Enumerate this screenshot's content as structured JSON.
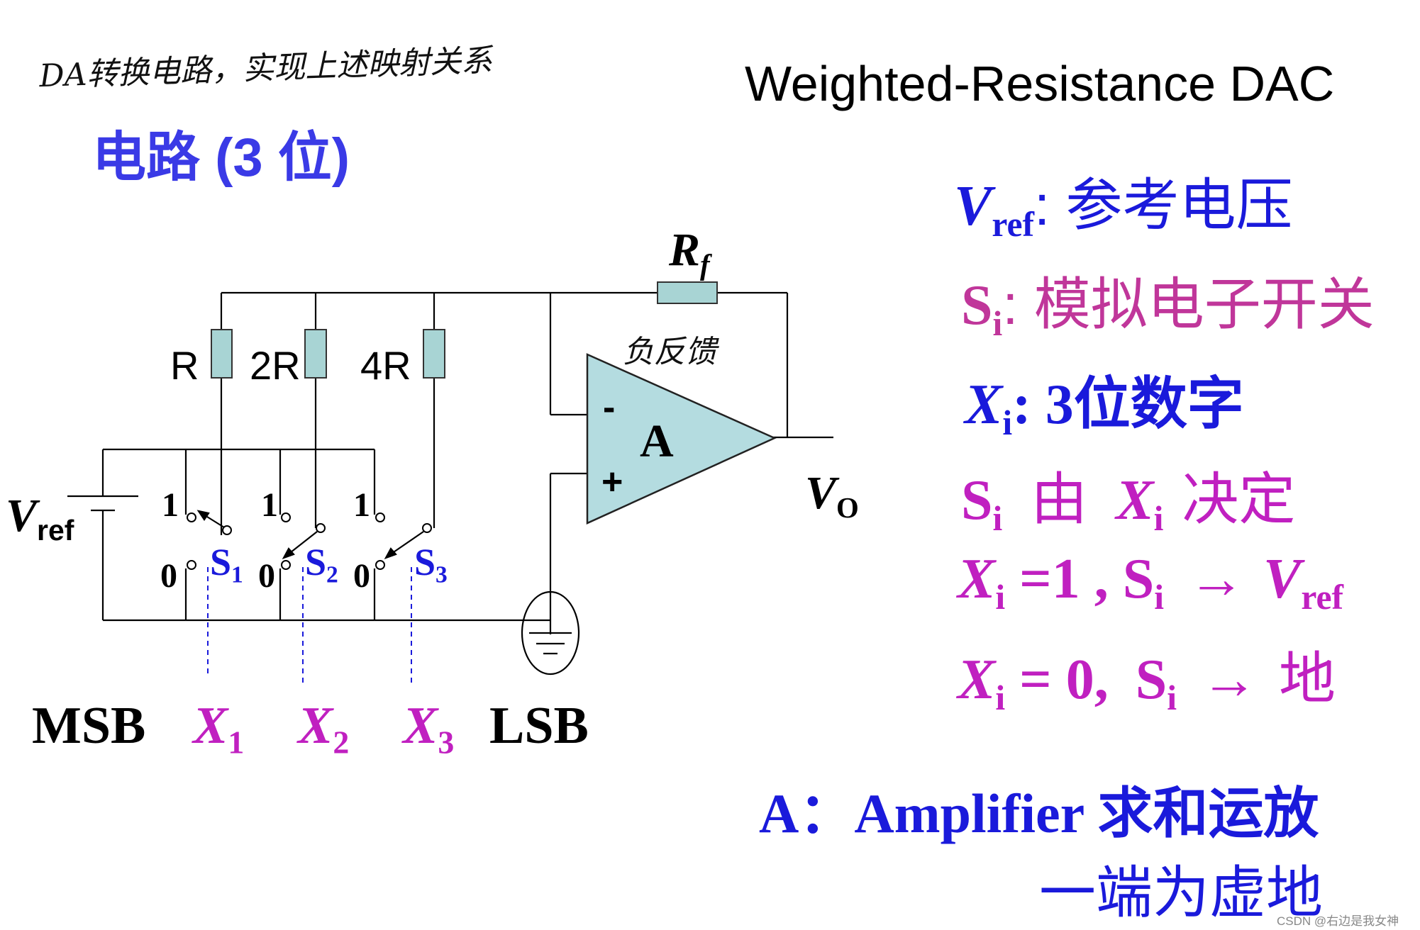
{
  "handwritten_note_top": "DA转换电路，实现上述映射关系",
  "handwritten_note_feedback": "负反馈",
  "subtitle": "电路 (3 位)",
  "title": "Weighted-Resistance DAC",
  "circuit": {
    "vref_main": "V",
    "vref_sub": "ref",
    "rf_main": "R",
    "rf_sub": "f",
    "r_labels": [
      "R",
      "2R",
      "4R"
    ],
    "amp_label": "A",
    "minus": "-",
    "plus": "+",
    "vo_main": "V",
    "vo_sub": "O",
    "pos_one": "1",
    "pos_zero": "0",
    "switches": [
      {
        "main": "S",
        "sub": "1"
      },
      {
        "main": "S",
        "sub": "2"
      },
      {
        "main": "S",
        "sub": "3"
      }
    ],
    "msb": "MSB",
    "lsb": "LSB",
    "bits": [
      {
        "main": "X",
        "sub": "1"
      },
      {
        "main": "X",
        "sub": "2"
      },
      {
        "main": "X",
        "sub": "3"
      }
    ]
  },
  "legend": {
    "vref": {
      "main": "V",
      "sub": "ref",
      "desc": ": 参考电压"
    },
    "si": {
      "main": "S",
      "sub": "i",
      "desc": ": 模拟电子开关"
    },
    "xi": {
      "main": "X",
      "sub": "i",
      "desc": ": 3位数字"
    },
    "line4": {
      "s": "S",
      "s_sub": "i",
      "mid": "由",
      "x": "X",
      "x_sub": "i",
      "end": "决定"
    },
    "line5": {
      "x": "X",
      "x_sub": "i",
      "eq": "=1 ,",
      "s": "S",
      "s_sub": "i",
      "arrow": "→",
      "v": "V",
      "v_sub": "ref"
    },
    "line6": {
      "x": "X",
      "x_sub": "i",
      "eq": "= 0,",
      "s": "S",
      "s_sub": "i",
      "arrow": "→",
      "end": "地"
    },
    "amp_line1": "A：Amplifier 求和运放",
    "amp_line2": "一端为虚地"
  },
  "watermark": "CSDN @右边是我女神",
  "colors": {
    "resistor_fill": "#a8d4d4",
    "amp_fill": "#b4dce0",
    "blue": "#1a1adb",
    "purple": "#c020c0",
    "pink": "#c0369a"
  }
}
